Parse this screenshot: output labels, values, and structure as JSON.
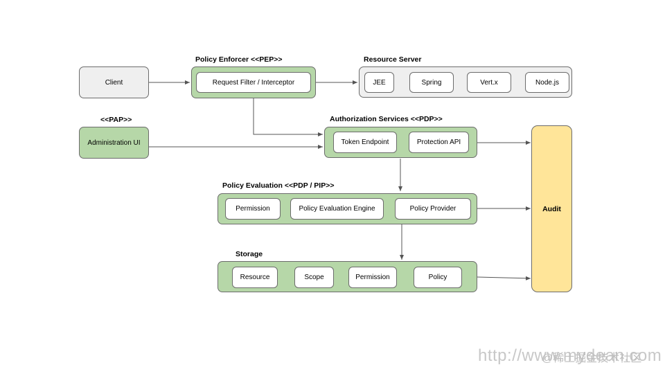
{
  "client": {
    "label": "Client"
  },
  "pep": {
    "heading": "Policy Enforcer <<PEP>>",
    "item": "Request Filter / Interceptor"
  },
  "resource_server": {
    "heading": "Resource Server",
    "items": [
      "JEE",
      "Spring",
      "Vert.x",
      "Node.js"
    ]
  },
  "pap": {
    "heading": "<<PAP>>",
    "label": "Administration UI"
  },
  "authz": {
    "heading": "Authorization Services <<PDP>>",
    "items": [
      "Token Endpoint",
      "Protection API"
    ]
  },
  "policy_eval": {
    "heading": "Policy Evaluation <<PDP / PIP>>",
    "items": [
      "Permission",
      "Policy Evaluation Engine",
      "Policy Provider"
    ]
  },
  "storage": {
    "heading": "Storage",
    "items": [
      "Resource",
      "Scope",
      "Permission",
      "Policy"
    ]
  },
  "audit": {
    "label": "Audit"
  },
  "watermark": {
    "url": "http://www.mydean.com",
    "cn": "@稀土掘金技术社区"
  },
  "colors": {
    "green": "#b6d7a8",
    "gray": "#efefef",
    "yellow": "#ffe599",
    "border": "#6b6b6b"
  }
}
